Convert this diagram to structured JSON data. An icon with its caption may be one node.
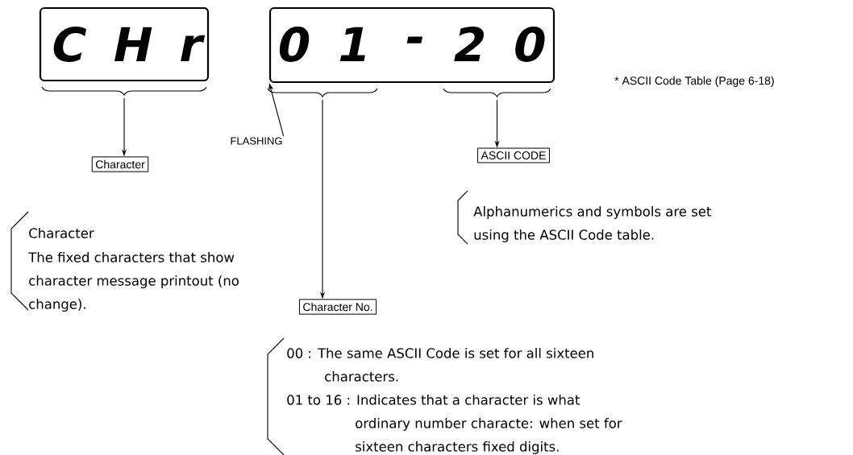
{
  "diagram": {
    "nodes": [
      {
        "text": [
          "C H r"
        ]
      },
      {
        "text": [
          "-"
        ]
      },
      {
        "text": [
          "0 1"
        ],
        "in": 1
      },
      {
        "text": [
          "2 0"
        ],
        "in": 1
      },
      {
        "text": [
          "FLASHING"
        ]
      },
      {
        "text": [
          "Character"
        ]
      },
      {
        "text": [
          "ASCII CODE"
        ]
      },
      {
        "text": [
          "Character No."
        ]
      }
    ],
    "edges": [
      {
        "from": 0,
        "to": 5,
        "arrow": "to"
      },
      {
        "from": 4,
        "to": 1,
        "arrow": "to"
      },
      {
        "from": 2,
        "to": 7,
        "arrow": "to"
      },
      {
        "from": 3,
        "to": 6,
        "arrow": "to"
      }
    ],
    "labels": [
      "* ASCII Code Table (Page 6-18)",
      "Character",
      "The fixed characters that show character message printout (no change).",
      "Alphanumerics and symbols are set using the ASCII Code table.",
      "00 : The same ASCII Code is set for all sixteen characters.",
      "01 to 16 : Indicates that a character is what ordinary number characte: when set for sixteen characters fixed digits."
    ]
  }
}
